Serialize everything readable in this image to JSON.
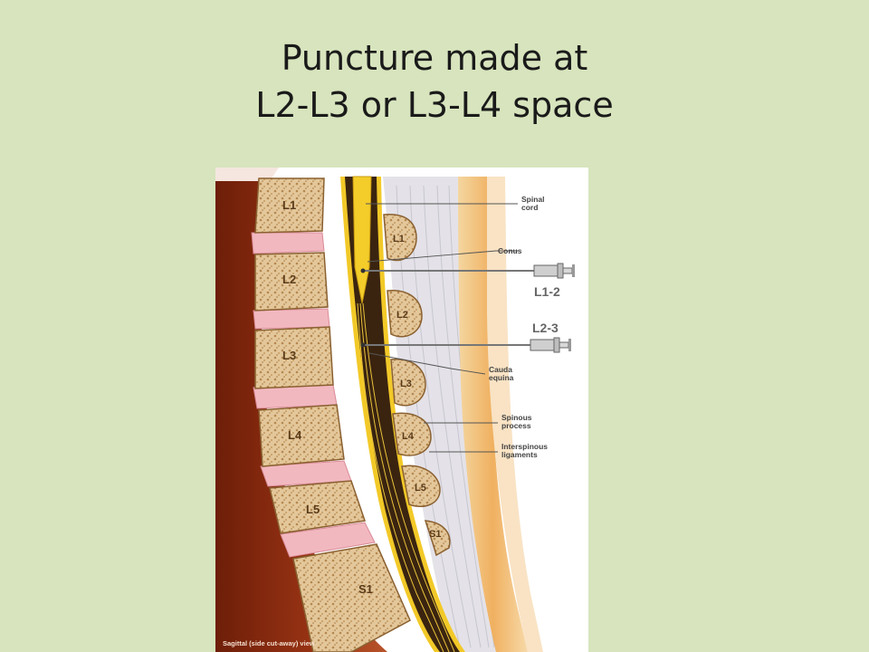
{
  "slide": {
    "title_line1": "Puncture made at",
    "title_line2": "L2-L3 or L3-L4 space"
  },
  "figure": {
    "vertebral_bodies": [
      "L1",
      "L2",
      "L3",
      "L4",
      "L5",
      "S1"
    ],
    "spinous_processes": [
      "L1",
      "L2",
      "L3",
      "L4",
      "L5",
      "S1"
    ],
    "needles": [
      "L1-2",
      "L2-3"
    ],
    "callouts": {
      "spinal_cord": [
        "Spinal",
        "cord"
      ],
      "conus": [
        "Conus"
      ],
      "cauda_equina": [
        "Cauda",
        "equina"
      ],
      "spinous_process": [
        "Spinous",
        "process"
      ],
      "interspinous_ligaments": [
        "Interspinous",
        "ligaments"
      ]
    },
    "caption": "Sagittal (side cut-away) view"
  },
  "colors": {
    "background": "#d7e4bd",
    "muscle": "#8a2a10",
    "bone": "#e3c79a",
    "disc": "#f2b8c0",
    "cord": "#f2c928",
    "csf_dark": "#3a2410",
    "skin": "#f0b060"
  }
}
